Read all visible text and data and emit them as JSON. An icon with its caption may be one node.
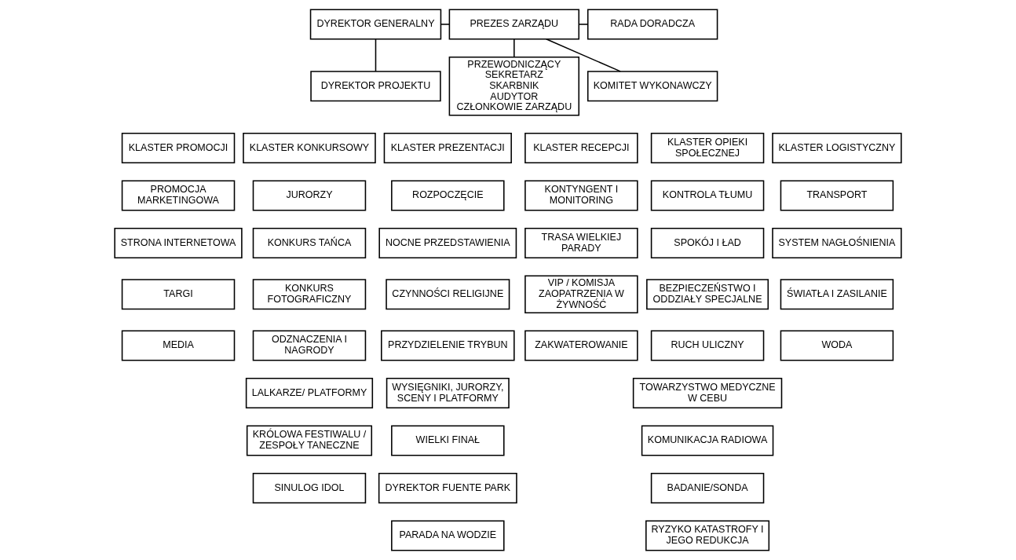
{
  "diagram": {
    "nodes": [
      {
        "text": [
          "DYREKTOR GENERALNY"
        ]
      },
      {
        "text": [
          "PREZES ZARZĄDU"
        ]
      },
      {
        "text": [
          "RADA DORADCZA"
        ]
      },
      {
        "text": [
          "DYREKTOR PROJEKTU"
        ]
      },
      {
        "text": [
          "PRZEWODNICZĄCY",
          "SEKRETARZ",
          "SKARBNIK",
          "AUDYTOR",
          "CZŁONKOWIE ZARZĄDU"
        ]
      },
      {
        "text": [
          "KOMITET WYKONAWCZY"
        ]
      },
      {
        "text": [
          "KLASTER PROMOCJI"
        ]
      },
      {
        "text": [
          "KLASTER KONKURSOWY"
        ]
      },
      {
        "text": [
          "KLASTER PREZENTACJI"
        ]
      },
      {
        "text": [
          "KLASTER RECEPCJI"
        ]
      },
      {
        "text": [
          "KLASTER OPIEKI SPOŁECZNEJ"
        ]
      },
      {
        "text": [
          "KLASTER LOGISTYCZNY"
        ]
      },
      {
        "text": [
          "PROMOCJA MARKETINGOWA"
        ]
      },
      {
        "text": [
          "STRONA INTERNETOWA"
        ]
      },
      {
        "text": [
          "TARGI"
        ]
      },
      {
        "text": [
          "MEDIA"
        ]
      },
      {
        "text": [
          "JURORZY"
        ]
      },
      {
        "text": [
          "KONKURS TAŃCA"
        ]
      },
      {
        "text": [
          "KONKURS FOTOGRAFICZNY"
        ]
      },
      {
        "text": [
          "ODZNACZENIA I NAGRODY"
        ]
      },
      {
        "text": [
          "LALKARZE/ PLATFORMY"
        ]
      },
      {
        "text": [
          "KRÓLOWA FESTIWALU / ZESPOŁY TANECZNE"
        ]
      },
      {
        "text": [
          "SINULOG IDOL"
        ]
      },
      {
        "text": [
          "ROZPOCZĘCIE"
        ]
      },
      {
        "text": [
          "NOCNE PRZEDSTAWIENIA"
        ]
      },
      {
        "text": [
          "CZYNNOŚCI RELIGIJNE"
        ]
      },
      {
        "text": [
          "PRZYDZIELENIE TRYBUN"
        ]
      },
      {
        "text": [
          "WYSIĘGNIKI, JURORZY, SCENY I PLATFORMY"
        ]
      },
      {
        "text": [
          "WIELKI FINAŁ"
        ]
      },
      {
        "text": [
          "DYREKTOR FUENTE PARK"
        ]
      },
      {
        "text": [
          "PARADA NA WODZIE"
        ]
      },
      {
        "text": [
          "KONTYNGENT I MONITORING"
        ]
      },
      {
        "text": [
          "TRASA WIELKIEJ PARADY"
        ]
      },
      {
        "text": [
          "VIP / KOMISJA ZAOPATRZENIA W ŻYWNOŚĆ"
        ]
      },
      {
        "text": [
          "ZAKWATEROWANIE"
        ]
      },
      {
        "text": [
          "KONTROLA TŁUMU"
        ]
      },
      {
        "text": [
          "SPOKÓJ I ŁAD"
        ]
      },
      {
        "text": [
          "BEZPIECZEŃSTWO I ODDZIAŁY SPECJALNE"
        ]
      },
      {
        "text": [
          "RUCH ULICZNY"
        ]
      },
      {
        "text": [
          "TOWARZYSTWO MEDYCZNE W CEBU"
        ]
      },
      {
        "text": [
          "KOMUNIKACJA RADIOWA"
        ]
      },
      {
        "text": [
          "BADANIE/SONDA"
        ]
      },
      {
        "text": [
          "RYZYKO KATASTROFY I JEGO REDUKCJA"
        ]
      },
      {
        "text": [
          "TRANSPORT"
        ]
      },
      {
        "text": [
          "SYSTEM NAGŁOŚNIENIA"
        ]
      },
      {
        "text": [
          "ŚWIATŁA I ZASILANIE"
        ]
      },
      {
        "text": [
          "WODA"
        ]
      }
    ],
    "edges": [
      {
        "from": 0,
        "to": 1,
        "arrow": "none"
      },
      {
        "from": 1,
        "to": 2,
        "arrow": "none"
      },
      {
        "from": 0,
        "to": 3,
        "arrow": "none"
      },
      {
        "from": 1,
        "to": 4,
        "arrow": "none"
      },
      {
        "from": 1,
        "to": 5,
        "arrow": "none"
      }
    ]
  }
}
